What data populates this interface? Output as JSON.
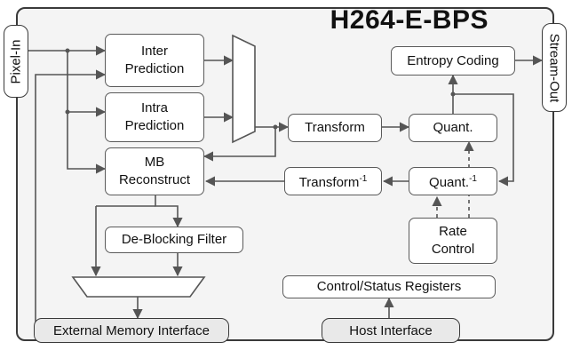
{
  "title": "H264-E-BPS",
  "ports": {
    "input": "Pixel-In",
    "output": "Stream-Out"
  },
  "blocks": {
    "inter": [
      "Inter",
      "Prediction"
    ],
    "intra": [
      "Intra",
      "Prediction"
    ],
    "mb": [
      "MB",
      "Reconstruct"
    ],
    "transform": "Transform",
    "inv_transform": {
      "base": "Transform",
      "sup": "-1"
    },
    "quant": "Quant.",
    "inv_quant": {
      "base": "Quant.",
      "sup": "-1"
    },
    "entropy": "Entropy Coding",
    "rate": [
      "Rate",
      "Control"
    ],
    "deblock": "De-Blocking Filter",
    "csr": "Control/Status Registers"
  },
  "interfaces": {
    "memory": "External Memory Interface",
    "host": "Host Interface"
  }
}
